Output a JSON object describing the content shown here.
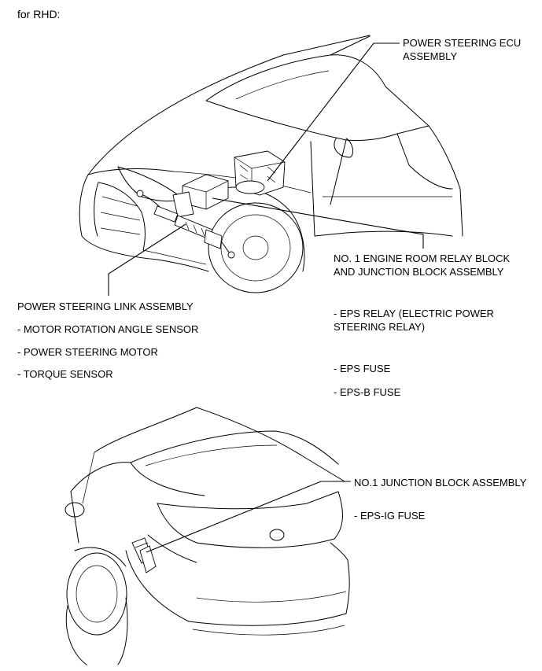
{
  "header": {
    "title": "for RHD:"
  },
  "labels": {
    "ecu": {
      "line1": "POWER STEERING ECU",
      "line2": "ASSEMBLY"
    },
    "relay_block": {
      "line1": "NO. 1 ENGINE ROOM RELAY BLOCK",
      "line2": "AND JUNCTION BLOCK ASSEMBLY"
    },
    "link": {
      "line1": "POWER STEERING LINK ASSEMBLY"
    },
    "link_items": [
      "- MOTOR ROTATION ANGLE SENSOR",
      "- POWER STEERING MOTOR",
      "- TORQUE SENSOR"
    ],
    "relay_items": {
      "eps_relay_line1": "- EPS RELAY (ELECTRIC POWER",
      "eps_relay_line2": "STEERING RELAY)",
      "eps_fuse": "- EPS FUSE",
      "eps_b_fuse": "- EPS-B FUSE"
    },
    "junction": {
      "line1": "NO.1 JUNCTION BLOCK ASSEMBLY",
      "item": "- EPS-IG FUSE"
    }
  }
}
